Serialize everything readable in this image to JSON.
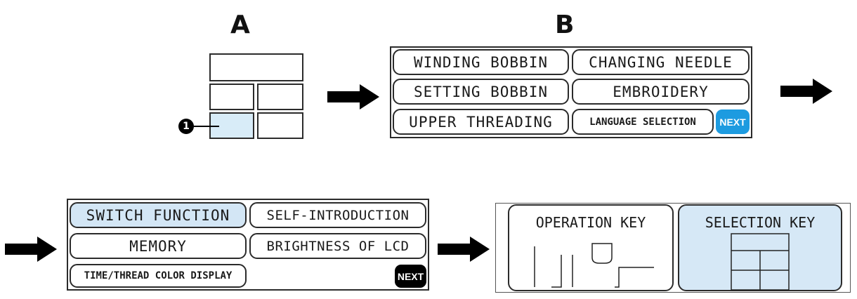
{
  "labels": {
    "a": "A",
    "b": "B"
  },
  "callout": {
    "number": "1"
  },
  "screen_b": {
    "buttons": [
      "WINDING BOBBIN",
      "CHANGING NEEDLE",
      "SETTING BOBBIN",
      "EMBROIDERY",
      "UPPER THREADING",
      "LANGUAGE SELECTION"
    ],
    "next": "NEXT"
  },
  "screen_c": {
    "buttons": [
      "SWITCH FUNCTION",
      "SELF-INTRODUCTION",
      "MEMORY",
      "BRIGHTNESS OF LCD",
      "TIME/THREAD COLOR DISPLAY"
    ],
    "next": "NEXT"
  },
  "screen_d": {
    "operation_key": "OPERATION KEY",
    "selection_key": "SELECTION KEY"
  },
  "colors": {
    "highlight": "#d3e6f5",
    "next_blue": "#1d9be0",
    "next_black": "#000000"
  }
}
